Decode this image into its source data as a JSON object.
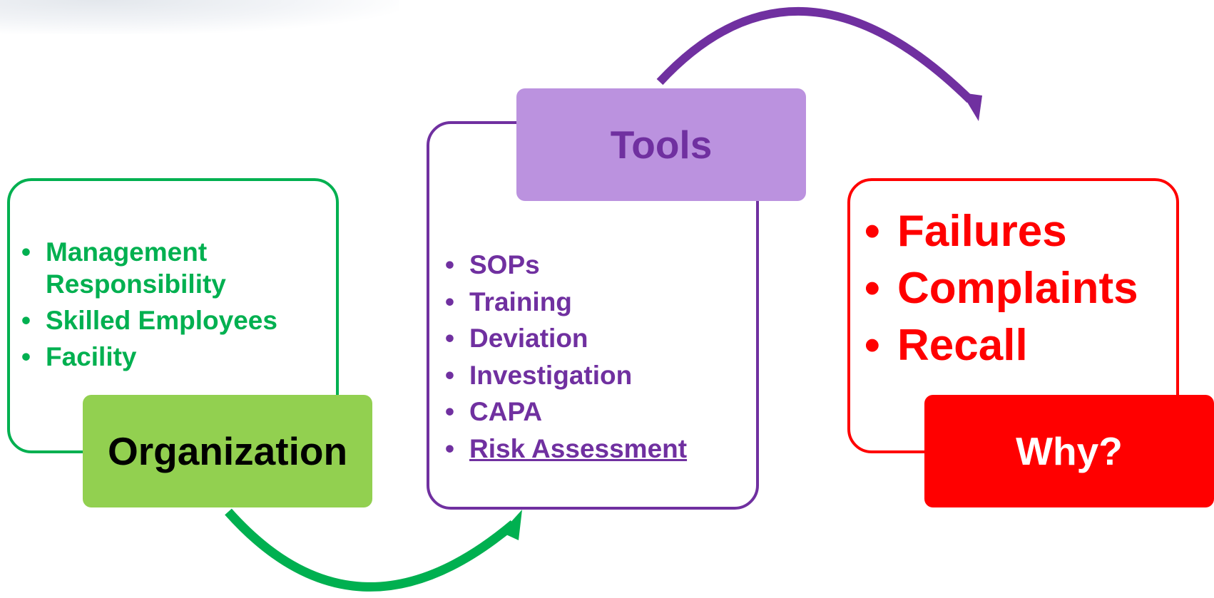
{
  "organization": {
    "title": "Organization",
    "items": [
      "Management Responsibility",
      "Skilled Employees",
      "Facility"
    ],
    "color": "#00b050",
    "label_fill": "#92d050"
  },
  "tools": {
    "title": "Tools",
    "items": [
      "SOPs",
      "Training",
      "Deviation",
      "Investigation",
      "CAPA",
      "Risk Assessment"
    ],
    "color": "#7030a0",
    "label_fill": "#bb92df"
  },
  "why": {
    "title": "Why?",
    "items": [
      "Failures",
      "Complaints",
      "Recall"
    ],
    "color": "#ff0000"
  },
  "arrows": {
    "green": "#00b050",
    "purple": "#7030a0"
  }
}
